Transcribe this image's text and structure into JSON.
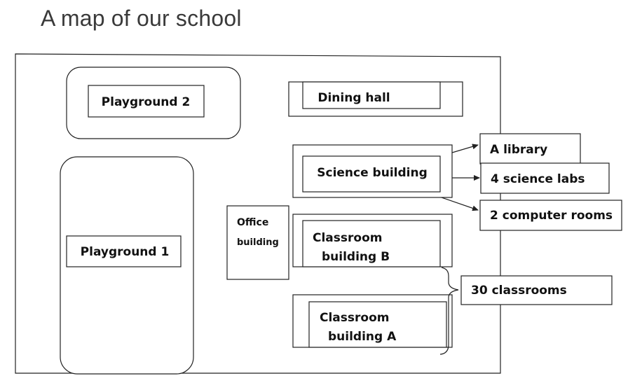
{
  "title": "A map of our school",
  "areas": {
    "playground_2": "Playground 2",
    "playground_1": "Playground 1",
    "dining_hall": "Dining hall",
    "science_building": "Science building",
    "office_building": [
      "Office",
      "building"
    ],
    "classroom_b": [
      "Classroom",
      "building B"
    ],
    "classroom_a": [
      "Classroom",
      "building A"
    ]
  },
  "science_facilities": {
    "library": "A library",
    "science_labs": "4 science labs",
    "computer_rooms": "2 computer rooms"
  },
  "classroom_note": "30 classrooms",
  "colors": {
    "ink": "#222222",
    "title": "#3a3a3a"
  }
}
